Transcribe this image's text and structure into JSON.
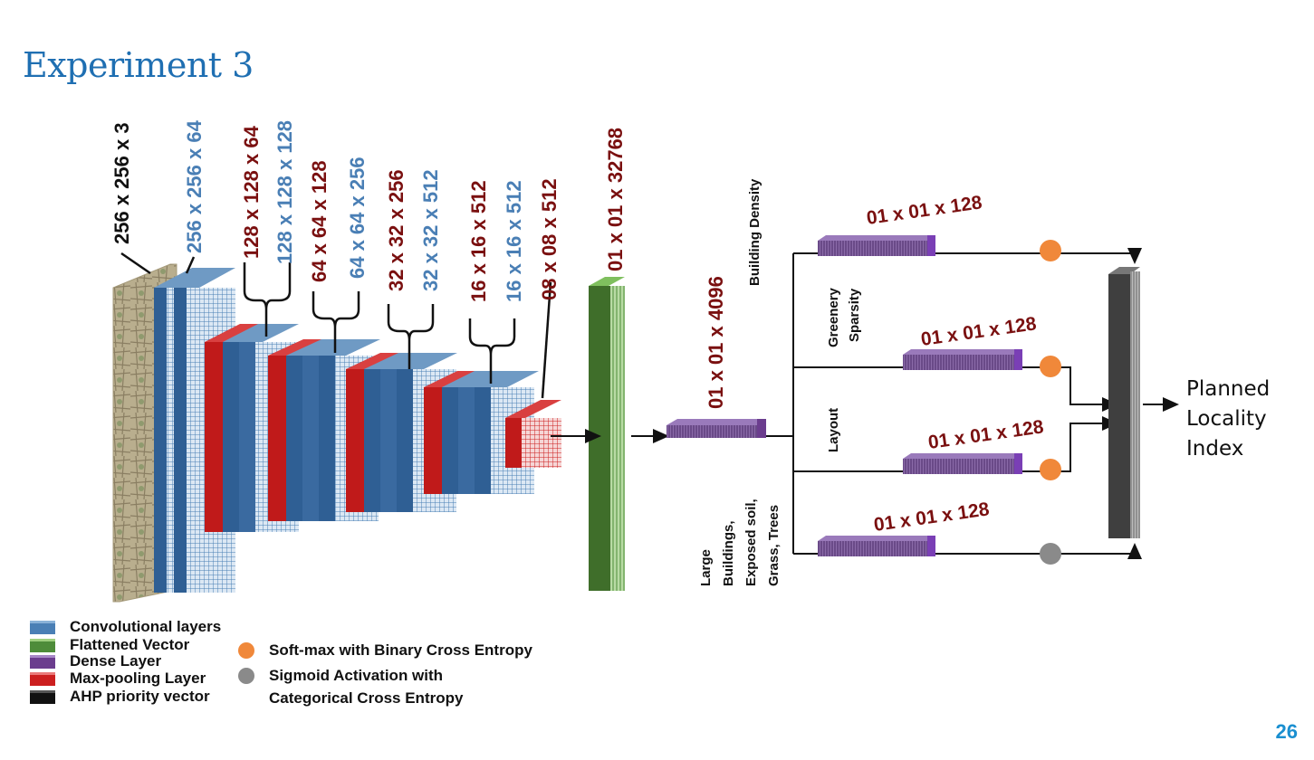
{
  "slide": {
    "title": "Experiment 3",
    "page_number": "26"
  },
  "colors": {
    "conv": "#4a7fb5",
    "pool": "#cc1f1f",
    "flat": "#4e8c3a",
    "dense": "#6b3d8e",
    "ahp": "#4a4a4a",
    "softmax": "#f0883a",
    "sigmoid": "#8a8a8a",
    "dim_dark": "#7a1010",
    "dim_blue": "#4a7fb5"
  },
  "encoder_labels": [
    {
      "text": "256 x 256 x 3",
      "style": "black"
    },
    {
      "text": "256 x 256 x 64",
      "style": "blue"
    },
    {
      "text": "128 x 128 x 64",
      "style": "dark"
    },
    {
      "text": "128 x 128 x 128",
      "style": "blue"
    },
    {
      "text": "64 x 64 x 128",
      "style": "dark"
    },
    {
      "text": "64 x 64 x 256",
      "style": "blue"
    },
    {
      "text": "32 x 32 x 256",
      "style": "dark"
    },
    {
      "text": "32 x 32 x 512",
      "style": "blue"
    },
    {
      "text": "16 x 16 x 512",
      "style": "dark"
    },
    {
      "text": "16 x 16 x 512",
      "style": "blue"
    },
    {
      "text": "08 x 08 x 512",
      "style": "dark"
    },
    {
      "text": "01 x 01 x 32768",
      "style": "dark"
    }
  ],
  "dense_main_label": "01 x 01 x 4096",
  "branches": [
    {
      "category": "Building Density",
      "dense_label": "01 x 01 x 128",
      "activation": "softmax"
    },
    {
      "category": "Greenery Sparsity",
      "dense_label": "01 x 01 x 128",
      "activation": "softmax"
    },
    {
      "category": "Layout",
      "dense_label": "01 x 01 x 128",
      "activation": "softmax"
    },
    {
      "category": "Large Buildings, Exposed soil, Grass, Trees",
      "dense_label": "01 x 01 x 128",
      "activation": "sigmoid"
    }
  ],
  "output_label": [
    "Planned",
    "Locality",
    "Index"
  ],
  "legend": {
    "items": [
      {
        "label": "Convolutional layers",
        "icon": "conv"
      },
      {
        "label": "Flattened Vector",
        "icon": "flat"
      },
      {
        "label": "Dense Layer",
        "icon": "dense"
      },
      {
        "label": "Max-pooling Layer",
        "icon": "pool"
      },
      {
        "label": "AHP priority vector",
        "icon": "ahp"
      }
    ],
    "activations": [
      {
        "label": "Soft-max with Binary Cross Entropy",
        "icon": "softmax"
      },
      {
        "label": "Sigmoid Activation with",
        "icon": "sigmoid"
      },
      {
        "label": "Categorical Cross Entropy",
        "icon": ""
      }
    ]
  }
}
